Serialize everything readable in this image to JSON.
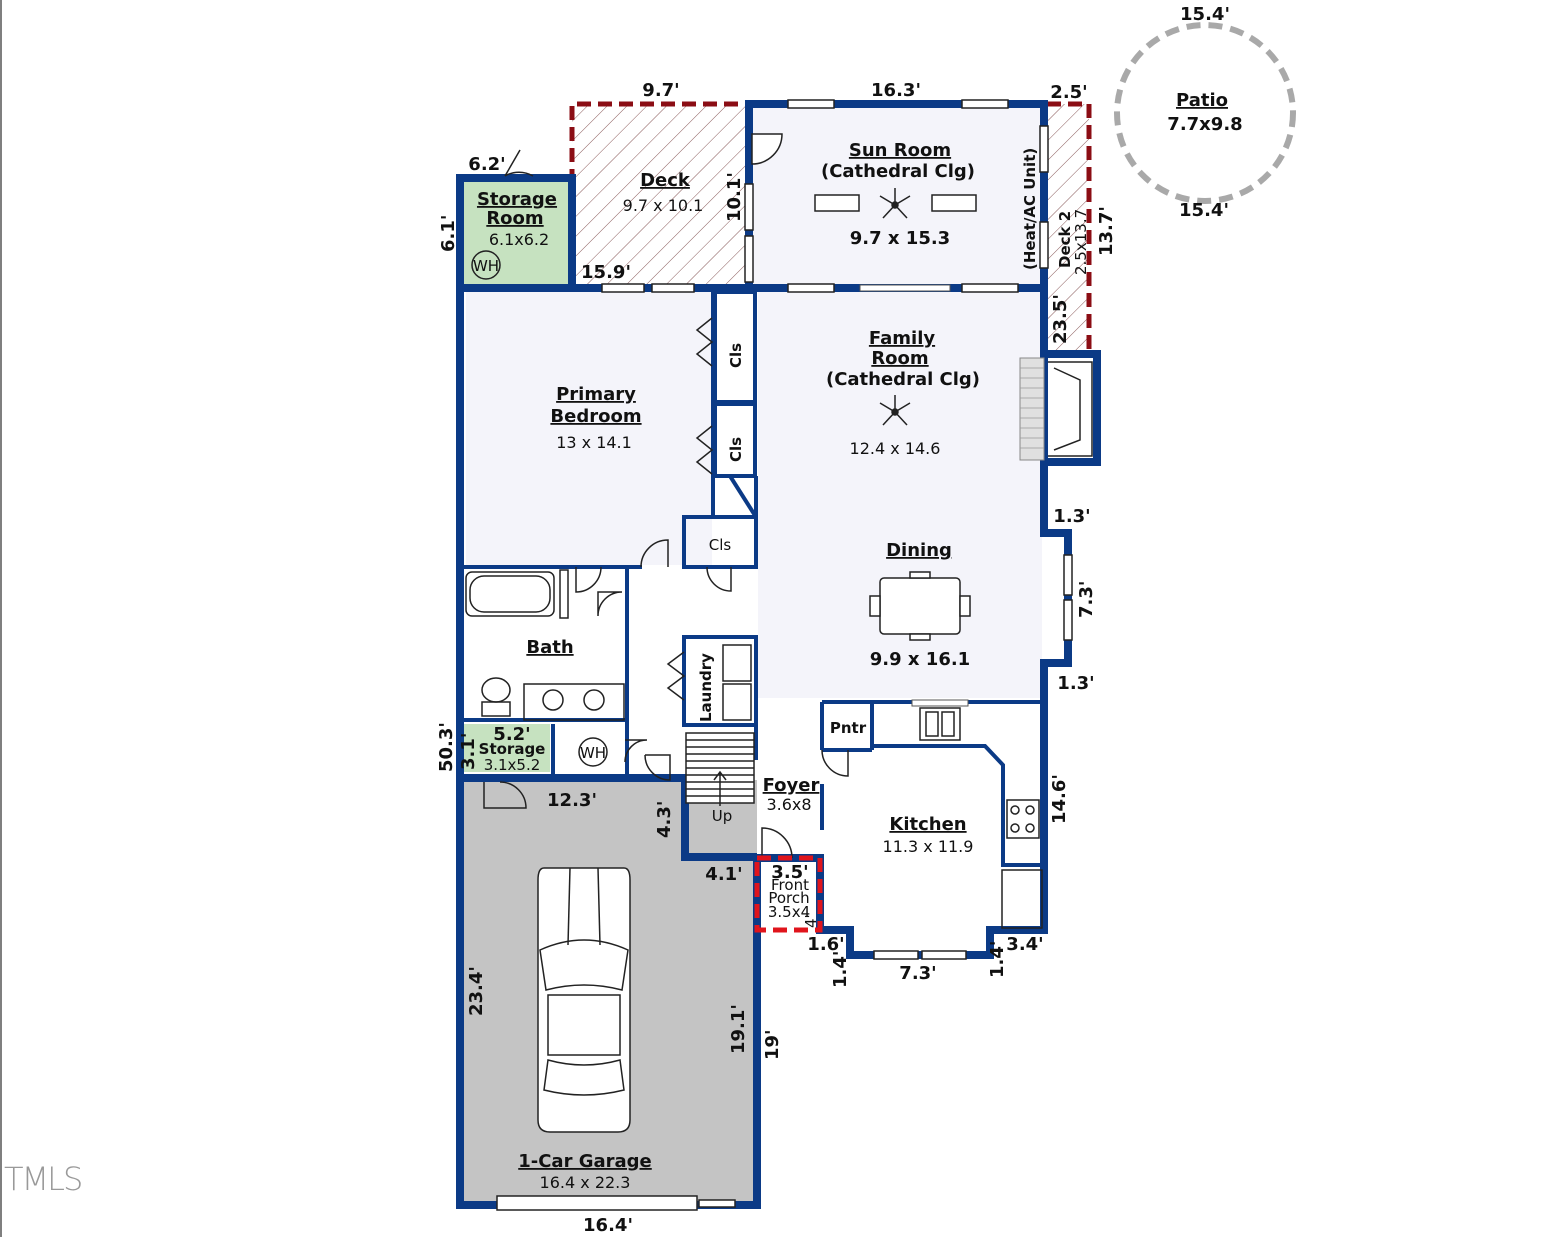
{
  "watermark": "TMLS",
  "colors": {
    "wall": "#0b3a86",
    "deck_border": "#8b0d14",
    "porch_border": "#e0141c",
    "storage_fill": "#c6e2c0",
    "garage_fill": "#c4c4c4"
  },
  "rooms": {
    "storage_room": {
      "title": "Storage Room",
      "line1": "Storage",
      "line2": "Room",
      "size": "6.1x6.2"
    },
    "deck": {
      "title": "Deck",
      "size": "9.7 x 10.1"
    },
    "sun_room": {
      "title": "Sun Room",
      "subtitle": "(Cathedral Clg)",
      "size": "9.7 x 15.3"
    },
    "deck2": {
      "title": "Deck 2",
      "size": "2.5x13.7"
    },
    "heat_ac": {
      "label": "(Heat/AC Unit)"
    },
    "patio": {
      "title": "Patio",
      "size": "7.7x9.8"
    },
    "primary_bedroom": {
      "line1": "Primary",
      "line2": "Bedroom",
      "size": "13 x 14.1"
    },
    "family_room": {
      "line1": "Family",
      "line2": "Room",
      "subtitle": "(Cathedral Clg)",
      "size": "12.4 x 14.6"
    },
    "dining": {
      "title": "Dining",
      "size": "9.9 x 16.1"
    },
    "bath": {
      "title": "Bath"
    },
    "storage_small": {
      "title": "Storage",
      "size": "3.1x5.2"
    },
    "laundry": {
      "title": "Laundry"
    },
    "pantry": {
      "title": "Pntr"
    },
    "kitchen": {
      "title": "Kitchen",
      "size": "11.3 x 11.9"
    },
    "foyer": {
      "title": "Foyer",
      "size": "3.6x8"
    },
    "front_porch": {
      "line1": "Front",
      "line2": "Porch",
      "size": "3.5x4"
    },
    "garage": {
      "title": "1-Car Garage",
      "size": "16.4 x 22.3"
    },
    "closets": [
      "Cls",
      "Cls",
      "Cls"
    ],
    "water_heater": "WH",
    "stairs": "Up"
  },
  "dimensions": {
    "patio_top": "15.4'",
    "patio_bottom": "15.4'",
    "deck_top": "9.7'",
    "sun_top": "16.3'",
    "deck2_top": "2.5'",
    "storage_top": "6.2'",
    "storage_left": "6.1'",
    "deck_side": "10.1'",
    "deck_bottom": "15.9'",
    "deck2_right": "13.7'",
    "deck2_left": "23.5'",
    "right_jog_top": "1.3'",
    "right_jog_bottom": "1.3'",
    "dining_bay": "7.3'",
    "kitchen_right": "14.6'",
    "kitchen_corner_right": "3.4'",
    "kitchen_bottom": "7.3'",
    "kitchen_step_left": "1.4'",
    "kitchen_step_right": "1.4'",
    "porch_left_step": "1.6'",
    "porch_top": "3.5'",
    "porch_side": "4'",
    "foyer_jog": "4.1'",
    "garage_inner_top": "12.3'",
    "garage_wall_step": "4.3'",
    "left_total": "50.3'",
    "storage_small_top": "5.2'",
    "storage_small_side": "3.1'",
    "garage_left": "23.4'",
    "garage_inner_right": "19.1'",
    "garage_right": "19'",
    "garage_bottom": "16.4'"
  }
}
